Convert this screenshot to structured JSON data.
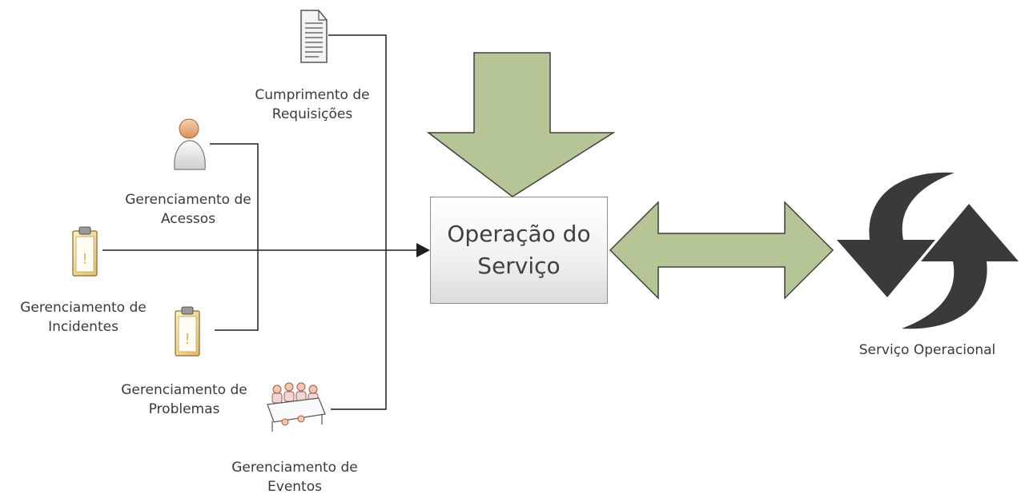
{
  "center_box": {
    "line1": "Operação do",
    "line2": "Serviço"
  },
  "nodes": {
    "requisicoes": {
      "line1": "Cumprimento de",
      "line2": "Requisições",
      "icon": "document-icon"
    },
    "acessos": {
      "line1": "Gerenciamento de",
      "line2": "Acessos",
      "icon": "person-icon"
    },
    "incidentes": {
      "line1": "Gerenciamento de",
      "line2": "Incidentes",
      "icon": "clipboard-icon"
    },
    "problemas": {
      "line1": "Gerenciamento de",
      "line2": "Problemas",
      "icon": "clipboard-icon"
    },
    "eventos": {
      "line1": "Gerenciamento de",
      "line2": "Eventos",
      "icon": "meeting-table-icon"
    }
  },
  "servico_operacional": {
    "label": "Serviço Operacional",
    "icon": "cycle-arrows-icon"
  },
  "colors": {
    "arrow_fill": "#b6c596",
    "arrow_stroke": "#3f3f3f",
    "connector": "#1f1f1f",
    "cycle_arrow": "#3a3a3a",
    "label_text": "#3a3a3a"
  }
}
